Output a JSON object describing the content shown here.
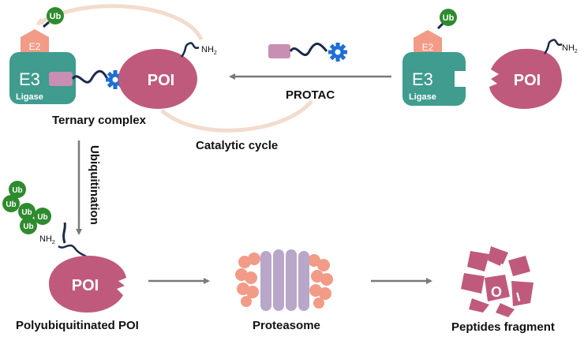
{
  "labels": {
    "ternary_complex": "Ternary complex",
    "catalytic_cycle": "Catalytic cycle",
    "protac": "PROTAC",
    "ubiquitination": "Ubiquitination",
    "polyubiquitinated_poi": "Polyubiquitinated POI",
    "proteasome": "Proteasome",
    "peptides_fragment": "Peptides fragment"
  },
  "glyphs": {
    "ub": "Ub",
    "e2": "E2",
    "e3": "E3",
    "ligase": "Ligase",
    "poi": "POI",
    "nh2": "NH",
    "nh2_sub": "2",
    "frag_p": "P",
    "frag_o": "O",
    "frag_i": "I"
  },
  "colors": {
    "teal": "#3f9c8f",
    "salmon": "#f29b87",
    "ub_green": "#2e8b2e",
    "poi_pink": "#c05a7c",
    "linker_pink": "#c98eb4",
    "gear_blue": "#1e6fd6",
    "wire_navy": "#1b2a4a",
    "arrow_gray": "#7a7a7a",
    "arc_beige": "#f2dccd",
    "proteasome_lilac": "#b8a7c9"
  }
}
